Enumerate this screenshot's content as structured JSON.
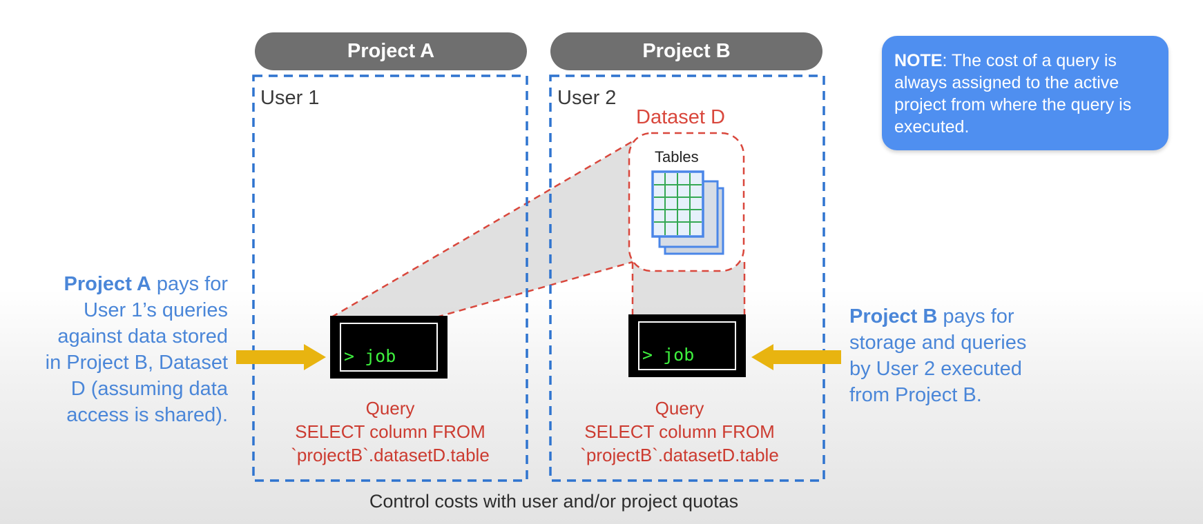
{
  "projects": {
    "a": {
      "label": "Project A",
      "user": "User 1"
    },
    "b": {
      "label": "Project B",
      "user": "User 2"
    }
  },
  "dataset": {
    "label": "Dataset D",
    "tables_label": "Tables"
  },
  "terminal": {
    "command": "> job"
  },
  "query_left": {
    "title": "Query",
    "line1": "SELECT column FROM",
    "line2": "`projectB`.datasetD.table"
  },
  "query_right": {
    "title": "Query",
    "line1": "SELECT column FROM",
    "line2": "`projectB`.datasetD.table"
  },
  "left_note": {
    "bold": "Project A",
    "line1": " pays for",
    "line2": "User 1’s queries",
    "line3": "against data stored",
    "line4": "in Project B, Dataset",
    "line5": "D (assuming data",
    "line6": "access is shared)."
  },
  "right_note": {
    "bold": "Project B",
    "line1": " pays for",
    "line2": "storage and queries",
    "line3": "by User 2 executed",
    "line4": "from Project B."
  },
  "note_box": {
    "bold": "NOTE",
    "text": ":  The cost of a query is always assigned to the active project from where the query is executed."
  },
  "footer": "Control costs with user and/or project quotas",
  "colors": {
    "pill": "#6f6f6f",
    "dashed_border": "#2f74cf",
    "dataset_red": "#d9473c",
    "query_red": "#cc3b30",
    "note_blue": "#4a86d8",
    "note_box_bg": "#4f8ff0",
    "arrow_yellow": "#e8b410",
    "terminal_text": "#3ef03e",
    "table_blue": "#4a86e8",
    "table_grid_green": "#34a853"
  }
}
